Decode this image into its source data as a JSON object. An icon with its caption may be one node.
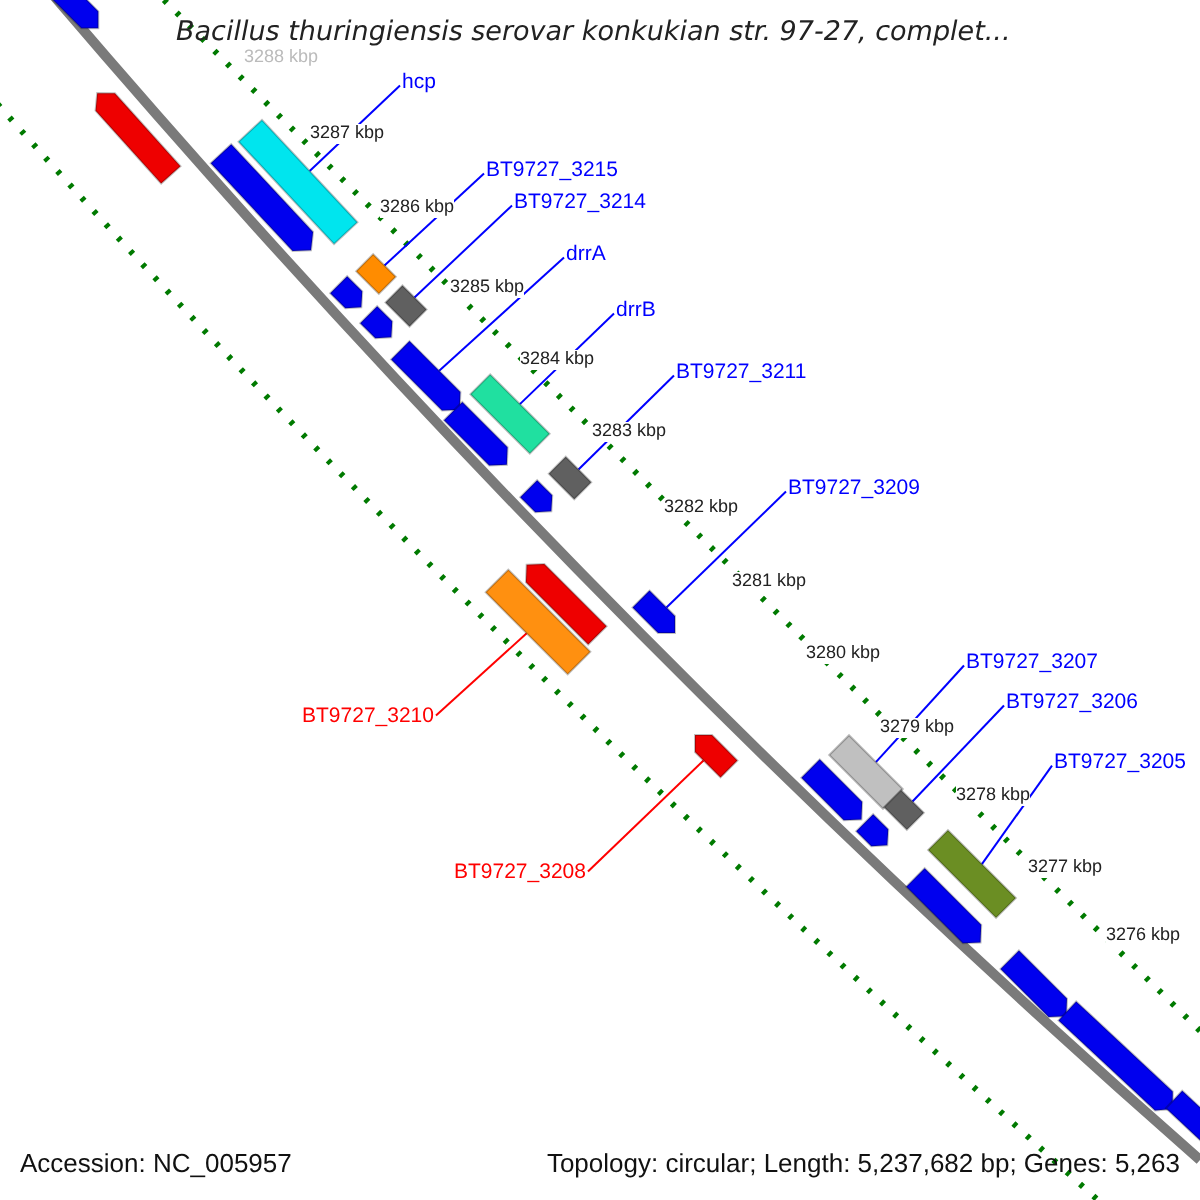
{
  "diagram": {
    "title": "Bacillus thuringiensis serovar konkukian str. 97-27, complet...",
    "nodes": [
      {
        "text": [
          "hcp"
        ]
      },
      {
        "text": [
          "BT9727_3215"
        ]
      },
      {
        "text": [
          "BT9727_3214"
        ]
      },
      {
        "text": [
          "drrA"
        ]
      },
      {
        "text": [
          "drrB"
        ]
      },
      {
        "text": [
          "BT9727_3211"
        ]
      },
      {
        "text": [
          "BT9727_3209"
        ]
      },
      {
        "text": [
          "BT9727_3207"
        ]
      },
      {
        "text": [
          "BT9727_3206"
        ]
      },
      {
        "text": [
          "BT9727_3210"
        ]
      },
      {
        "text": [
          "BT9727_3205"
        ]
      },
      {
        "text": [
          "BT9727_3208"
        ]
      },
      {
        "text": [],
        "shape": "arrow"
      },
      {
        "text": [],
        "shape": "arrow"
      },
      {
        "text": [],
        "shape": "bar"
      },
      {
        "text": [],
        "shape": "arrow"
      },
      {
        "text": [],
        "shape": "bar"
      },
      {
        "text": [],
        "shape": "arrow"
      },
      {
        "text": [],
        "shape": "bar"
      },
      {
        "text": [],
        "shape": "arrow"
      },
      {
        "text": [],
        "shape": "arrow"
      },
      {
        "text": [],
        "shape": "bar"
      },
      {
        "text": [],
        "shape": "arrow"
      },
      {
        "text": [],
        "shape": "bar"
      },
      {
        "text": [],
        "shape": "arrow"
      },
      {
        "text": [],
        "shape": "arrow"
      },
      {
        "text": [],
        "shape": "arrow"
      },
      {
        "text": [],
        "shape": "bar"
      },
      {
        "text": [],
        "shape": "arrow"
      },
      {
        "text": [],
        "shape": "bar"
      },
      {
        "text": [],
        "shape": "arrow"
      },
      {
        "text": [],
        "shape": "bar"
      },
      {
        "text": [],
        "shape": "arrow"
      },
      {
        "text": [],
        "shape": "bar"
      },
      {
        "text": [],
        "shape": "arrow"
      },
      {
        "text": [],
        "shape": "arrow"
      },
      {
        "text": [],
        "shape": "arrow"
      },
      {
        "text": [],
        "shape": "arrow"
      }
    ],
    "edges": [
      {
        "from": 0,
        "to": 14,
        "arrow": "none"
      },
      {
        "from": 1,
        "to": 16,
        "arrow": "none"
      },
      {
        "from": 2,
        "to": 18,
        "arrow": "none"
      },
      {
        "from": 3,
        "to": 20,
        "arrow": "none"
      },
      {
        "from": 4,
        "to": 21,
        "arrow": "none"
      },
      {
        "from": 5,
        "to": 23,
        "arrow": "none"
      },
      {
        "from": 6,
        "to": 26,
        "arrow": "none"
      },
      {
        "from": 7,
        "to": 29,
        "arrow": "none"
      },
      {
        "from": 8,
        "to": 31,
        "arrow": "none"
      },
      {
        "from": 9,
        "to": 27,
        "arrow": "none",
        "color": "#ff0000"
      },
      {
        "from": 10,
        "to": 33,
        "arrow": "none"
      },
      {
        "from": 11,
        "to": 28,
        "arrow": "none",
        "color": "#ff0000"
      }
    ],
    "labels": [
      "3288 kbp",
      "3287 kbp",
      "3286 kbp",
      "3285 kbp",
      "3284 kbp",
      "3283 kbp",
      "3282 kbp",
      "3281 kbp",
      "3280 kbp",
      "3279 kbp",
      "3278 kbp",
      "3277 kbp",
      "3276 kbp",
      "Accession: NC_005957",
      "Topology: circular; Length: 5,237,682 bp; Genes: 5,263"
    ]
  }
}
